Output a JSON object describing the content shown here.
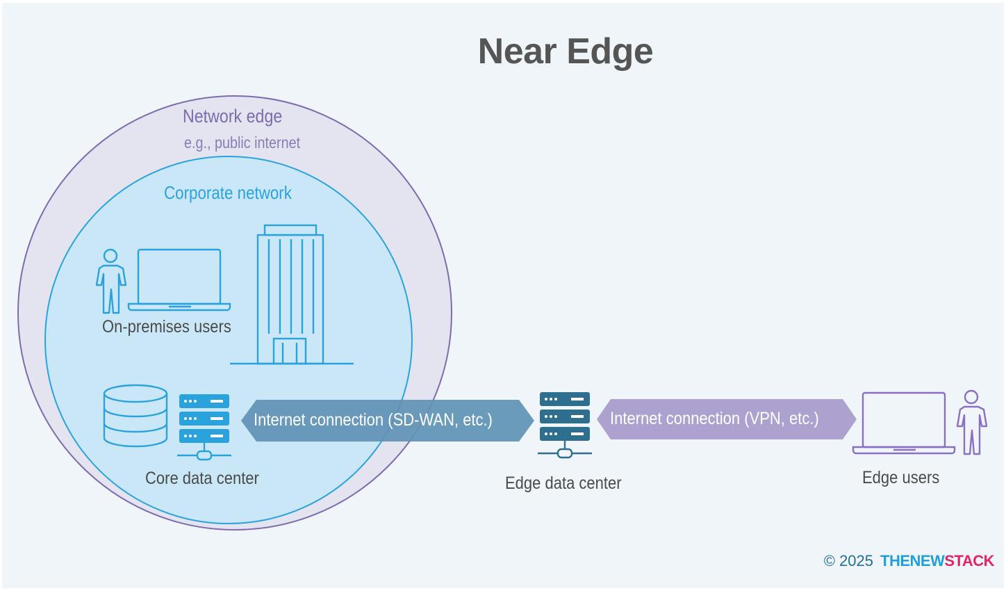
{
  "title": "Near Edge",
  "regions": {
    "network_edge": {
      "label": "Network edge",
      "sublabel": "e.g., public internet"
    },
    "corporate_network": {
      "label": "Corporate network"
    }
  },
  "nodes": {
    "on_premises_users": "On-premises users",
    "core_data_center": "Core data center",
    "edge_data_center": "Edge data center",
    "edge_users": "Edge users"
  },
  "connections": {
    "sdwan": "Internet connection (SD-WAN, etc.)",
    "vpn": "Internet connection (VPN, etc.)"
  },
  "footer": {
    "copyright": "© 2025",
    "brand_part1": "THENEW",
    "brand_part2": "STACK"
  },
  "colors": {
    "network_edge_fill": "#e0e0ee",
    "network_edge_stroke": "#7d6bb0",
    "corporate_fill": "#c6e8f8",
    "corporate_stroke": "#2aa3dc",
    "icon_blue": "#2aa3dc",
    "icon_purple": "#8a6fc2",
    "server_dark": "#2e6f8f",
    "arrow_sdwan": "#5f93b4",
    "arrow_vpn": "#ada2cf"
  },
  "icons": [
    "person-icon",
    "laptop-icon",
    "office-building-icon",
    "database-icon",
    "server-rack-icon"
  ]
}
